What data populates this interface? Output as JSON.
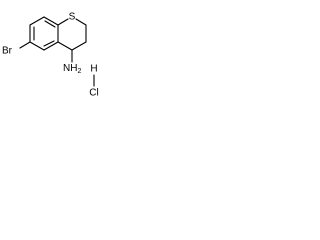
{
  "molecule": {
    "atoms": {
      "bromine": "Br",
      "sulfur": "S",
      "amine": "NH",
      "amine_subscript": "2",
      "hydrogen": "H",
      "chlorine": "Cl"
    }
  }
}
